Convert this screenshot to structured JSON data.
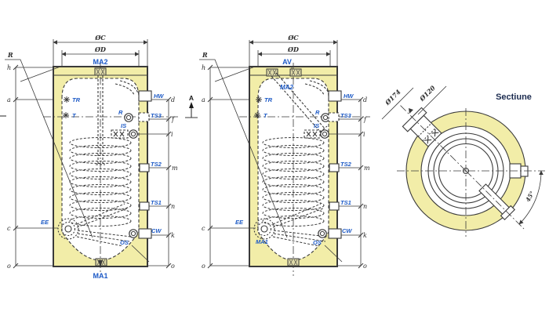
{
  "palette": {
    "background": "#ffffff",
    "insulation_yellow": "#f2eda8",
    "line_dark": "#3a3a3a",
    "label_blue": "#1d5ac6",
    "title_navy": "#1c2c50"
  },
  "dims": {
    "outer_diameter": "ØC",
    "inner_diameter": "ØD",
    "h": "h",
    "a": "a",
    "c": "c",
    "o": "o",
    "d": "d",
    "f": "f",
    "i": "i",
    "m": "m",
    "n": "n",
    "k": "k"
  },
  "conn": {
    "ma1": "MA1",
    "ma2": "MA2",
    "av": "AV",
    "hw": "HW",
    "cw": "CW",
    "ts1": "TS1",
    "ts2": "TS2",
    "ts3": "TS3",
    "is": "IS",
    "r": "R",
    "tr": "TR",
    "t": "T",
    "ee": "EE",
    "os": "OS"
  },
  "section": {
    "title": "Sectiune",
    "flange_outer_dia": "Ø174",
    "flange_neck_dia": "Ø120",
    "angle": "45°"
  },
  "cut": {
    "marker": "A"
  }
}
